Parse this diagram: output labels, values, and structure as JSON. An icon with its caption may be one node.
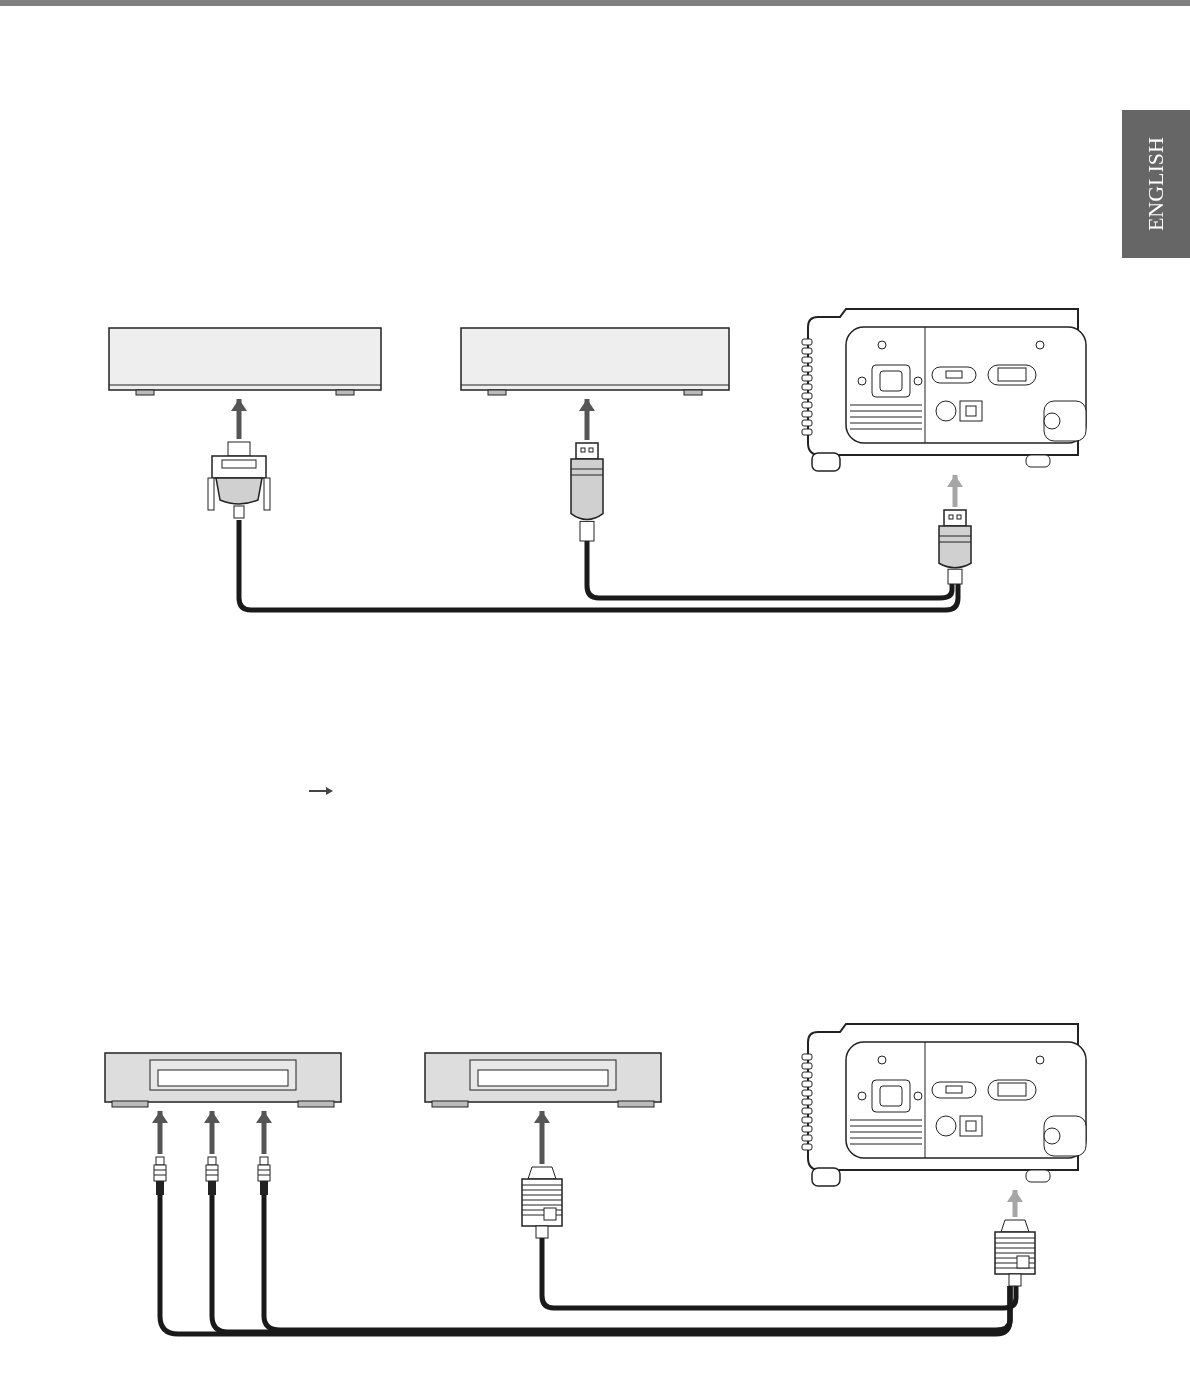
{
  "diagram": {
    "nodes": [
      {
        "text": [],
        "shape": "box"
      },
      {
        "text": [],
        "shape": "box"
      },
      {
        "text": [],
        "shape": "picture"
      },
      {
        "text": [],
        "shape": "plug"
      },
      {
        "text": [],
        "shape": "plug"
      },
      {
        "text": [],
        "shape": "plug"
      },
      {
        "text": [],
        "shape": "box"
      },
      {
        "text": [],
        "shape": "box"
      },
      {
        "text": [],
        "shape": "picture"
      },
      {
        "text": [],
        "shape": "plug"
      },
      {
        "text": [],
        "shape": "plug"
      },
      {
        "text": [],
        "shape": "plug"
      },
      {
        "text": [],
        "shape": "plug"
      },
      {
        "text": [],
        "shape": "plug"
      }
    ],
    "edges": [
      {
        "from": 3,
        "to": 0,
        "arrow": "to"
      },
      {
        "from": 4,
        "to": 1,
        "arrow": "to"
      },
      {
        "from": 5,
        "to": 2,
        "arrow": "to",
        "color": "#a6a6a6"
      },
      {
        "from": 3,
        "to": 5,
        "arrow": "none",
        "color": "#1a1a1a"
      },
      {
        "from": 4,
        "to": 5,
        "arrow": "none",
        "color": "#1a1a1a"
      },
      {
        "from": 9,
        "to": 6,
        "arrow": "to"
      },
      {
        "from": 10,
        "to": 6,
        "arrow": "to"
      },
      {
        "from": 11,
        "to": 6,
        "arrow": "to"
      },
      {
        "from": 12,
        "to": 7,
        "arrow": "to"
      },
      {
        "from": 13,
        "to": 8,
        "arrow": "to",
        "color": "#a6a6a6"
      },
      {
        "from": 9,
        "to": 13,
        "arrow": "none",
        "color": "#1a1a1a"
      },
      {
        "from": 10,
        "to": 13,
        "arrow": "none",
        "color": "#1a1a1a"
      },
      {
        "from": 11,
        "to": 13,
        "arrow": "none",
        "color": "#1a1a1a"
      },
      {
        "from": 12,
        "to": 13,
        "arrow": "none",
        "color": "#1a1a1a"
      }
    ],
    "labels": [
      "ENGLISH"
    ]
  }
}
